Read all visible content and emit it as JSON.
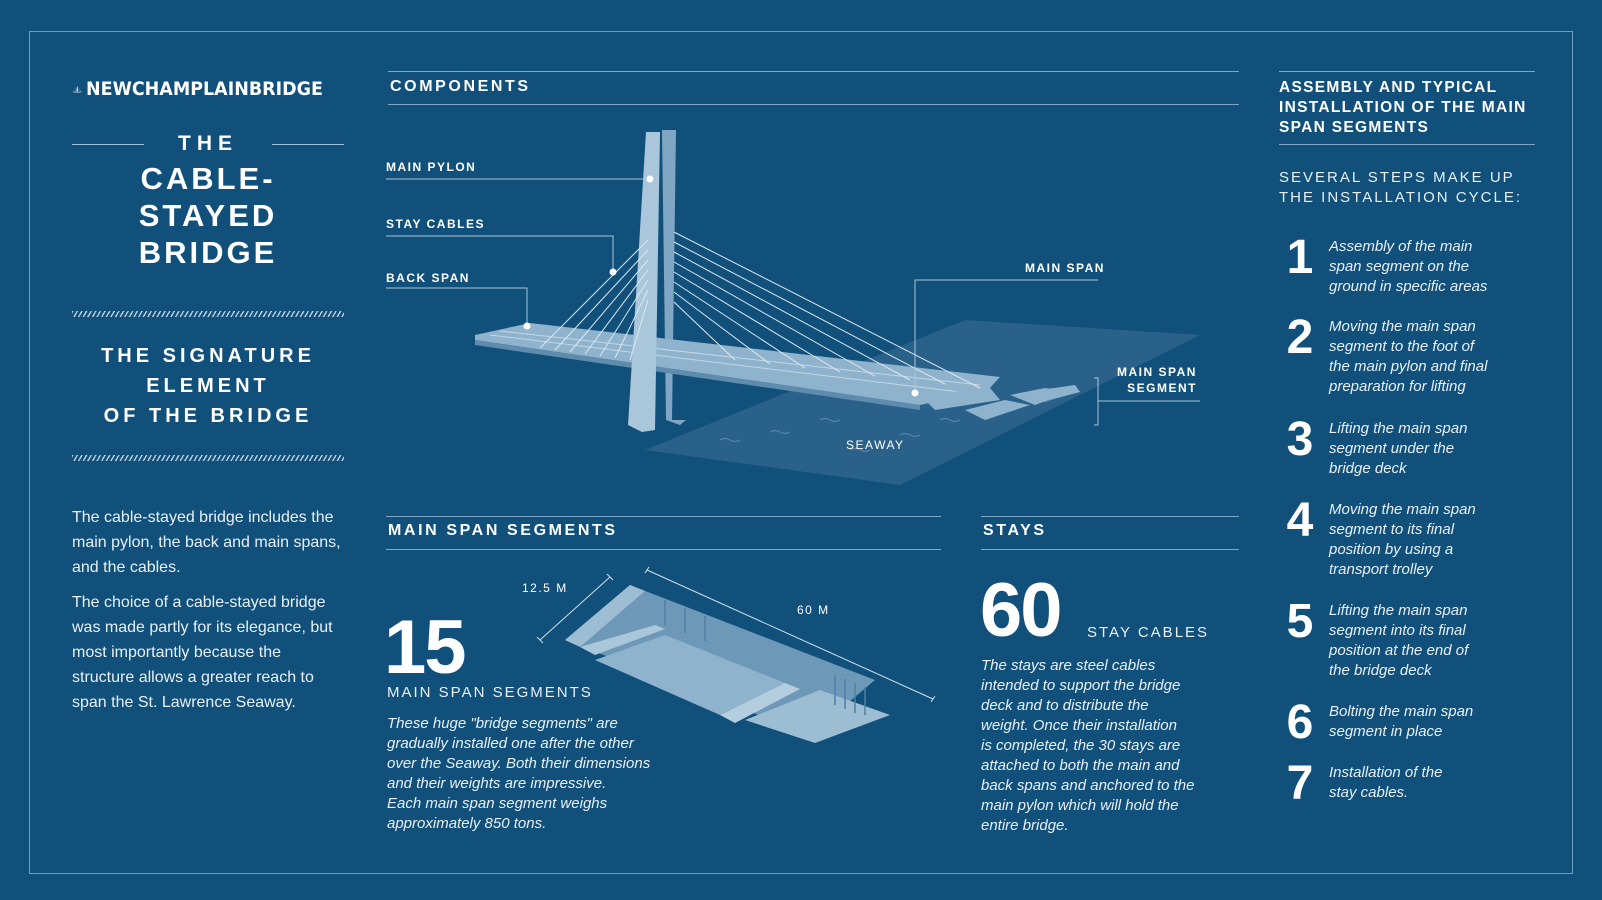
{
  "logo": {
    "text": "NEWCHAMPLAINBRIDGE",
    "icon": "bridge-pylon-icon"
  },
  "left": {
    "title_the": "THE",
    "title_line1": "CABLE-STAYED",
    "title_line2": "BRIDGE",
    "signature_line1": "THE SIGNATURE",
    "signature_line2": "ELEMENT",
    "signature_line3": "OF THE BRIDGE",
    "para1": "The cable-stayed bridge includes the main pylon, the back and main spans, and the cables.",
    "para2": "The choice of a cable-stayed bridge was made partly for its elegance, but most importantly because the structure allows a greater reach to span the St. Lawrence Seaway."
  },
  "components": {
    "title": "COMPONENTS",
    "labels": {
      "main_pylon": "MAIN PYLON",
      "stay_cables": "STAY CABLES",
      "back_span": "BACK SPAN",
      "main_span": "MAIN SPAN",
      "main_span_segment_1": "MAIN SPAN",
      "main_span_segment_2": "SEGMENT",
      "seaway": "SEAWAY"
    }
  },
  "segments": {
    "title": "MAIN SPAN SEGMENTS",
    "count": "15",
    "caption": "MAIN SPAN SEGMENTS",
    "dim_width": "12.5 M",
    "dim_length": "60 M",
    "body": [
      "These huge \"bridge segments\" are",
      "gradually installed one after the other",
      "over the Seaway. Both their dimensions",
      "and their weights are impressive.",
      "Each main span segment weighs",
      "approximately 850 tons."
    ]
  },
  "stays": {
    "title": "STAYS",
    "count": "60",
    "caption": "STAY CABLES",
    "body": [
      "The stays are steel cables",
      "intended to support the bridge",
      "deck and to distribute the",
      "weight. Once their installation",
      "is completed, the 30 stays are",
      "attached to both the main and",
      "back spans and anchored to the",
      "main pylon which will hold the",
      "entire bridge."
    ]
  },
  "assembly": {
    "title_lines": [
      "ASSEMBLY AND TYPICAL",
      "INSTALLATION OF THE MAIN",
      "SPAN SEGMENTS"
    ],
    "intro_lines": [
      "SEVERAL STEPS MAKE UP",
      "THE INSTALLATION CYCLE:"
    ],
    "steps": [
      {
        "n": "1",
        "lines": [
          "Assembly of the main",
          "span segment on the",
          "ground in specific areas"
        ]
      },
      {
        "n": "2",
        "lines": [
          "Moving the main span",
          "segment to the foot of",
          "the main pylon and final",
          "preparation for lifting"
        ]
      },
      {
        "n": "3",
        "lines": [
          "Lifting the main span",
          "segment under the",
          "bridge deck"
        ]
      },
      {
        "n": "4",
        "lines": [
          "Moving the main span",
          "segment to its final",
          "position by using a",
          "transport trolley"
        ]
      },
      {
        "n": "5",
        "lines": [
          "Lifting the main span",
          "segment into its final",
          "position at the end of",
          "the bridge deck"
        ]
      },
      {
        "n": "6",
        "lines": [
          "Bolting the main span",
          "segment in place"
        ]
      },
      {
        "n": "7",
        "lines": [
          "Installation of the",
          "stay cables."
        ]
      }
    ]
  },
  "colors": {
    "background": "#10507a",
    "structure": "#8fb3cc",
    "line": "#a9c6da"
  }
}
